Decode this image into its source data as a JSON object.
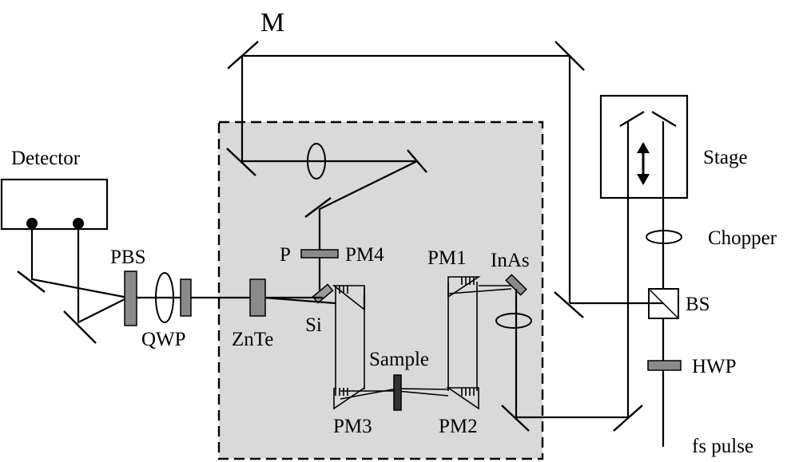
{
  "diagram": {
    "labels": {
      "mirror_m": "M",
      "detector": "Detector",
      "stage": "Stage",
      "chopper": "Chopper",
      "pbs": "PBS",
      "qwp": "QWP",
      "znte": "ZnTe",
      "si": "Si",
      "polarizer": "P",
      "pm4": "PM4",
      "pm1": "PM1",
      "inas": "InAs",
      "bs": "BS",
      "sample": "Sample",
      "hwp": "HWP",
      "pm3": "PM3",
      "pm2": "PM2",
      "fs_pulse": "fs pulse"
    },
    "colors": {
      "enclosure_fill": "#d9d9d9",
      "plate_fill": "#8a8a8a",
      "sample_fill": "#333333"
    }
  }
}
